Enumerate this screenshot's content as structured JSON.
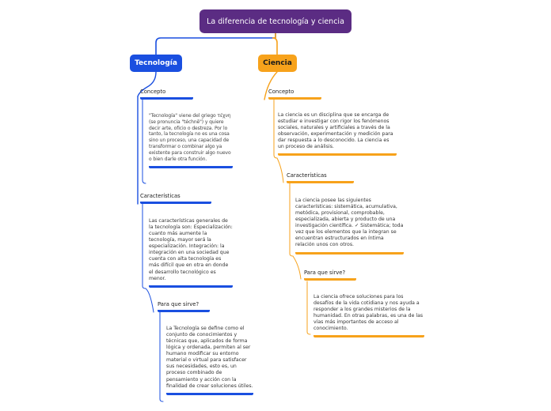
{
  "root": {
    "title": "La diferencia de tecnología y ciencia"
  },
  "tecnologia": {
    "title": "Tecnología",
    "concepto": {
      "label": "Concepto",
      "text": "\"Tecnología\" viene del griego τέχνη (se pronuncia \"téchnē\") y quiere decir arte, oficio o destreza. Por lo tanto, la tecnología no es una cosa sino un proceso, una capacidad de transformar o combinar algo ya existente para construir algo nuevo o bien darle otra función."
    },
    "caracteristicas": {
      "label": "Características",
      "text": "Las características generales de la tecnología son: Especialización: cuanto más aumente la tecnología, mayor será la especialización. Integración: la integración en una sociedad que cuenta con alta tecnología es más difícil que en otra en donde el desarrollo tecnológico es menor."
    },
    "para_que": {
      "label": "Para que sirve?",
      "text": "La Tecnología se define como el conjunto de conocimientos y técnicas que, aplicados de forma lógica y ordenada, permiten al ser humano modificar su entorno material o virtual para satisfacer sus necesidades, esto es, un proceso combinado de pensamiento y acción con la finalidad de crear soluciones útiles."
    }
  },
  "ciencia": {
    "title": "Ciencia",
    "concepto": {
      "label": "Concepto",
      "text": "La ciencia es un disciplina que se encarga de estudiar e investigar con rigor los fenómenos sociales, naturales y artificiales a través de la observación, experimentación y medición para dar respuesta a lo desconocido. La ciencia es un proceso de análisis."
    },
    "caracteristicas": {
      "label": "Características",
      "text": "La ciencia posee las siguientes características: sistemática, acumulativa, metódica, provisional, comprobable, especializada, abierta y producto de una investigación científica. ✓ Sistemática; toda vez que los elementos que la integran se encuentran estructurados en íntima relación unos con otros."
    },
    "para_que": {
      "label": "Para que sirve?",
      "text": "La ciencia ofrece soluciones para los desafíos de la vida cotidiana y nos ayuda a responder a los grandes misterios de la humanidad. En otras palabras, es una de las vías más importantes de acceso al conocimiento."
    }
  },
  "colors": {
    "root": "#5b2c83",
    "tecnologia": "#1a4fe0",
    "ciencia": "#f7a21b"
  }
}
